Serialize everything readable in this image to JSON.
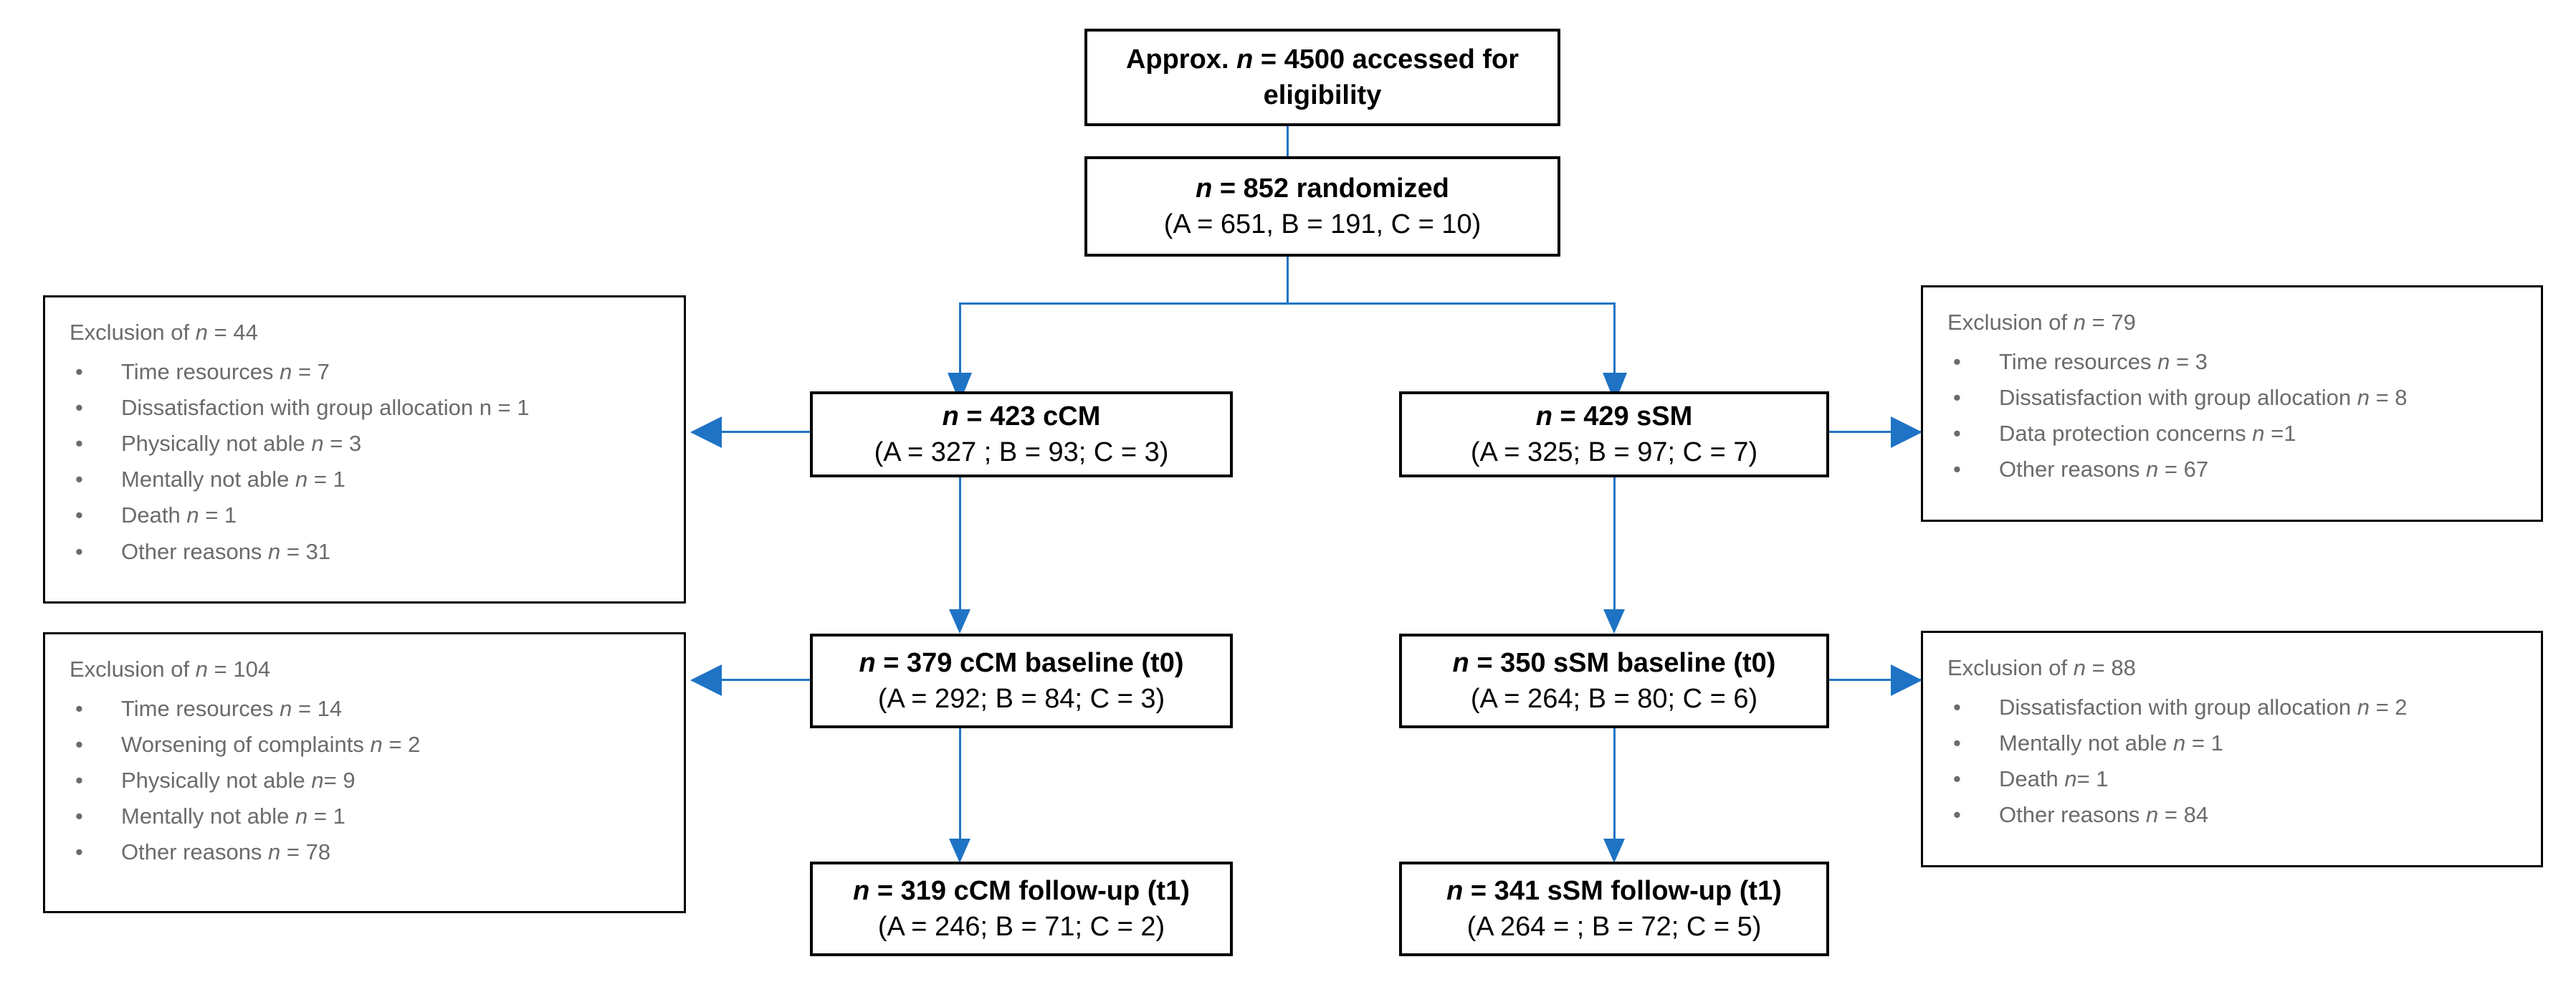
{
  "diagram": {
    "title": "CONSORT participant flow diagram",
    "accent_color": "#1f73c4",
    "box_border_color": "#000000",
    "excl_text_color": "#6d6a68",
    "background": "#ffffff"
  },
  "flow": {
    "eligibility": {
      "line1_pre": "Approx. ",
      "line1_italic": "n",
      "line1_post": " = 4500 accessed for",
      "line2": "eligibility"
    },
    "randomized": {
      "line1_italic": "n",
      "line1_post": " = 852 randomized",
      "line2": "(A = 651, B = 191, C = 10)"
    },
    "arm_ccm": {
      "line1_italic": "n",
      "line1_post": " = 423 cCM",
      "line2": "(A = 327 ; B = 93; C = 3)"
    },
    "arm_ssm": {
      "line1_italic": "n",
      "line1_post": " = 429 sSM",
      "line2": "(A = 325; B = 97; C = 7)"
    },
    "baseline_ccm": {
      "line1_italic": "n",
      "line1_post": " = 379 cCM baseline (t0)",
      "line2": "(A = 292; B = 84; C = 3)"
    },
    "baseline_ssm": {
      "line1_italic": "n",
      "line1_post": " = 350 sSM baseline (t0)",
      "line2": "(A = 264; B = 80; C = 6)"
    },
    "followup_ccm": {
      "line1_italic": "n",
      "line1_post": " = 319 cCM follow-up (t1)",
      "line2": "(A = 246; B = 71; C = 2)"
    },
    "followup_ssm": {
      "line1_italic": "n",
      "line1_post": " = 341 sSM follow-up (t1)",
      "line2": "(A 264 = ; B = 72; C = 5)"
    }
  },
  "exclusions": {
    "left_top": {
      "title_pre": "Exclusion of  ",
      "title_italic": "n",
      "title_post": " = 44",
      "bullet_glyph": "•",
      "items": [
        {
          "pre": "Time resources ",
          "italic": "n",
          "post": " = 7"
        },
        {
          "pre": "Dissatisfaction with group allocation n = 1",
          "italic": "",
          "post": ""
        },
        {
          "pre": "Physically not able ",
          "italic": "n",
          "post": " = 3"
        },
        {
          "pre": "Mentally not able ",
          "italic": "n",
          "post": " = 1"
        },
        {
          "pre": "Death ",
          "italic": "n",
          "post": " = 1"
        },
        {
          "pre": "Other reasons  ",
          "italic": "n",
          "post": " =  31"
        }
      ]
    },
    "left_bottom": {
      "title_pre": "Exclusion of ",
      "title_italic": "n",
      "title_post": " = 104",
      "bullet_glyph": "•",
      "items": [
        {
          "pre": "Time resources ",
          "italic": "n",
          "post": " =  14"
        },
        {
          "pre": "Worsening of complaints ",
          "italic": "n",
          "post": " = 2"
        },
        {
          "pre": "Physically not able ",
          "italic": "n",
          "post": "= 9"
        },
        {
          "pre": "Mentally not able ",
          "italic": "n",
          "post": " = 1"
        },
        {
          "pre": "Other reasons ",
          "italic": "n",
          "post": " =  78"
        }
      ]
    },
    "right_top": {
      "title_pre": "Exclusion of ",
      "title_italic": "n",
      "title_post": " = 79",
      "bullet_glyph": "•",
      "items": [
        {
          "pre": "Time resources ",
          "italic": "n",
          "post": " = 3"
        },
        {
          "pre": "Dissatisfaction with group allocation ",
          "italic": "n",
          "post": " = 8"
        },
        {
          "pre": "Data protection concerns ",
          "italic": "n",
          "post": " =1"
        },
        {
          "pre": "Other reasons ",
          "italic": "n",
          "post": " =  67"
        }
      ]
    },
    "right_bottom": {
      "title_pre": "Exclusion of ",
      "title_italic": "n",
      "title_post": " = 88",
      "bullet_glyph": "•",
      "items": [
        {
          "pre": "Dissatisfaction with group allocation ",
          "italic": "n",
          "post": " =  2"
        },
        {
          "pre": "Mentally not able ",
          "italic": "n",
          "post": " = 1"
        },
        {
          "pre": "Death ",
          "italic": "n",
          "post": "= 1"
        },
        {
          "pre": "Other reasons  ",
          "italic": "n",
          "post": " = 84"
        }
      ]
    }
  }
}
